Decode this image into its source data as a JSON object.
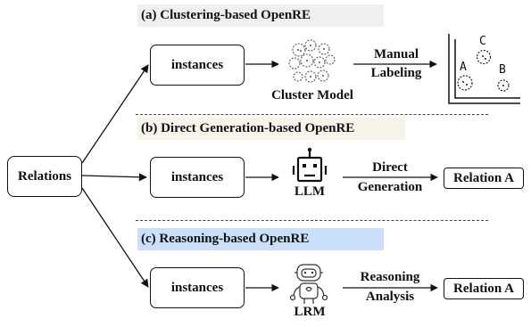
{
  "panels": [
    {
      "title": "(a) Clustering-based OpenRE",
      "title_bg": "#efefef",
      "input": "instances",
      "model": "Cluster Model",
      "step": [
        "Manual",
        "Labeling"
      ],
      "points": [
        "A",
        "B",
        "C"
      ]
    },
    {
      "title": "(b) Direct Generation-based OpenRE",
      "title_bg": "#f7f3ea",
      "input": "instances",
      "model": "LLM",
      "step": [
        "Direct",
        "Generation"
      ],
      "output": "Relation A"
    },
    {
      "title": "(c) Reasoning-based OpenRE",
      "title_bg": "#c9dffa",
      "input": "instances",
      "model": "LRM",
      "step": [
        "Reasoning",
        "Analysis"
      ],
      "output": "Relation A"
    }
  ],
  "source": "Relations",
  "icons": {
    "cluster": "cluster-model-icon",
    "scatter": "scatter-plot-icon",
    "llm": "robot-icon",
    "lrm": "humanoid-robot-icon"
  }
}
